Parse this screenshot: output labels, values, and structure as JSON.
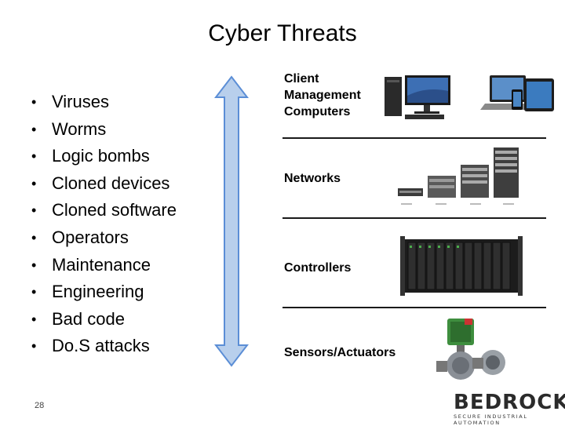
{
  "slide": {
    "title": "Cyber Threats",
    "page_number": "28"
  },
  "threats": [
    "Viruses",
    "Worms",
    "Logic bombs",
    "Cloned devices",
    "Cloned software",
    "Operators",
    "Maintenance",
    "Engineering",
    "Bad code",
    "Do.S attacks"
  ],
  "bullet_symbol": "•",
  "categories": {
    "client_management": "Client\nManagement\nComputers",
    "networks": "Networks",
    "controllers": "Controllers",
    "sensors_actuators": "Sensors/Actuators"
  },
  "logo": {
    "wordmark": "BEDROCK",
    "tagline": "SECURE INDUSTRIAL AUTOMATION"
  },
  "colors": {
    "arrow_fill": "#b8cfec",
    "arrow_stroke": "#5b8ed6"
  },
  "icons": [
    "desktop-computer-icon",
    "laptop-tablet-phone-icon",
    "network-switches-icon",
    "controller-rack-icon",
    "valve-actuator-icon"
  ]
}
